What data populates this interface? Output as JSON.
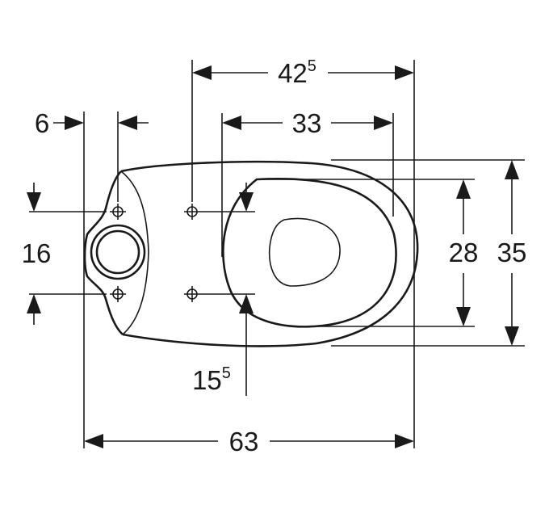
{
  "dimensions": {
    "overall_length": {
      "main": "63",
      "sup": ""
    },
    "fixing_to_back": {
      "main": "42",
      "sup": "5"
    },
    "seat_to_back": {
      "main": "33",
      "sup": ""
    },
    "inlet_offset": {
      "main": "6",
      "sup": ""
    },
    "fixing_spacing": {
      "main": "16",
      "sup": ""
    },
    "seat_hole_spacing": {
      "main": "15",
      "sup": "5"
    },
    "seat_width": {
      "main": "28",
      "sup": ""
    },
    "overall_width": {
      "main": "35",
      "sup": ""
    }
  },
  "colors": {
    "line": "#1a1a1a",
    "background": "#ffffff"
  }
}
